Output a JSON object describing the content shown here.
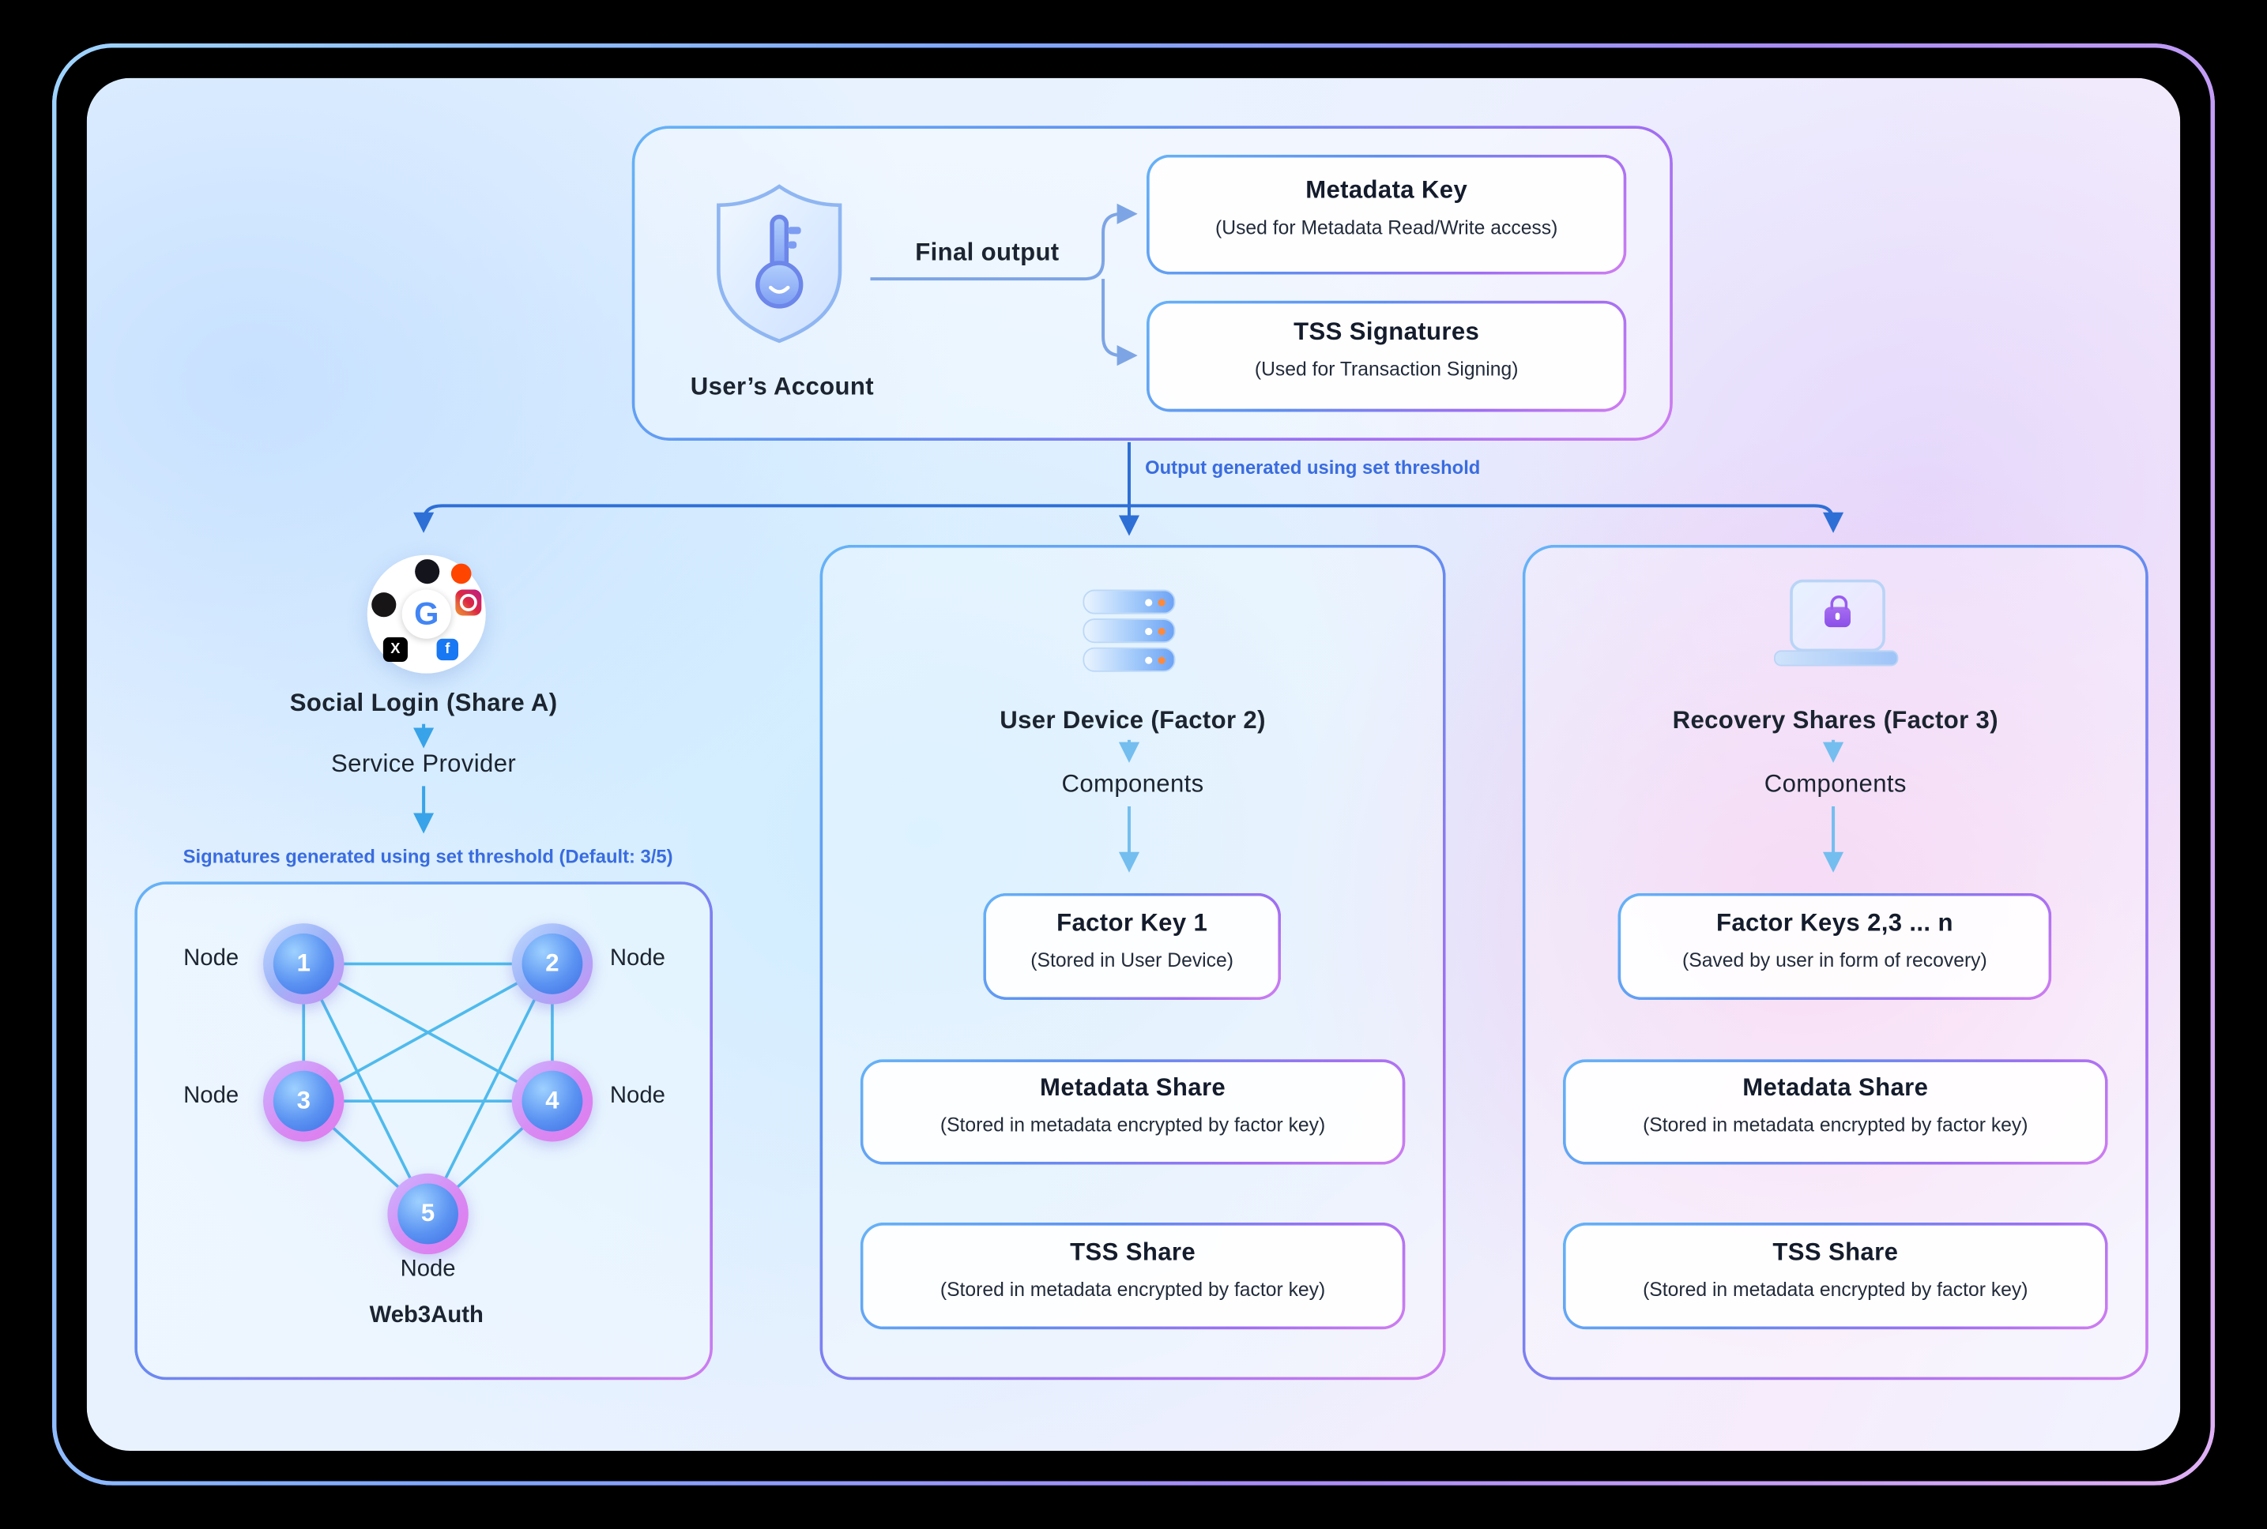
{
  "palette": {
    "arrow_blue": "#2e6fd6",
    "arrow_cyan": "#38a3e8",
    "label_blue": "#3a6cdf",
    "border_gradient_start": "#66b3f7",
    "border_gradient_end": "#cf7ef0",
    "title_text": "#1b2430",
    "background": "#000000"
  },
  "account": {
    "label": "User’s Account",
    "final_output_label": "Final output",
    "outputs": [
      {
        "title": "Metadata Key",
        "subtitle": "(Used for Metadata Read/Write access)"
      },
      {
        "title": "TSS Signatures",
        "subtitle": "(Used for Transaction Signing)"
      }
    ]
  },
  "distribution_label": "Output generated using set threshold",
  "social": {
    "title": "Social Login (Share A)",
    "provider_label": "Service Provider",
    "threshold_label": "Signatures generated using set threshold (Default: 3/5)",
    "icons": [
      "google-icon",
      "apple-icon",
      "github-icon",
      "x-icon",
      "instagram-icon",
      "facebook-icon",
      "reddit-icon"
    ],
    "glyphs": {
      "google": "G",
      "x": "X",
      "facebook": "f"
    },
    "node_label": "Node",
    "node_numbers": [
      "1",
      "2",
      "3",
      "4",
      "5"
    ],
    "network_name": "Web3Auth"
  },
  "user_device": {
    "title": "User Device (Factor 2)",
    "components_label": "Components",
    "cards": [
      {
        "title": "Factor Key 1",
        "subtitle": "(Stored in User Device)"
      },
      {
        "title": "Metadata Share",
        "subtitle": "(Stored in metadata encrypted by factor key)"
      },
      {
        "title": "TSS Share",
        "subtitle": "(Stored in metadata encrypted by factor key)"
      }
    ]
  },
  "recovery": {
    "title": "Recovery Shares (Factor 3)",
    "components_label": "Components",
    "cards": [
      {
        "title": "Factor Keys 2,3 ... n",
        "subtitle": "(Saved by user in form of recovery)"
      },
      {
        "title": "Metadata Share",
        "subtitle": "(Stored in metadata encrypted by factor key)"
      },
      {
        "title": "TSS Share",
        "subtitle": "(Stored in metadata encrypted by factor key)"
      }
    ]
  }
}
